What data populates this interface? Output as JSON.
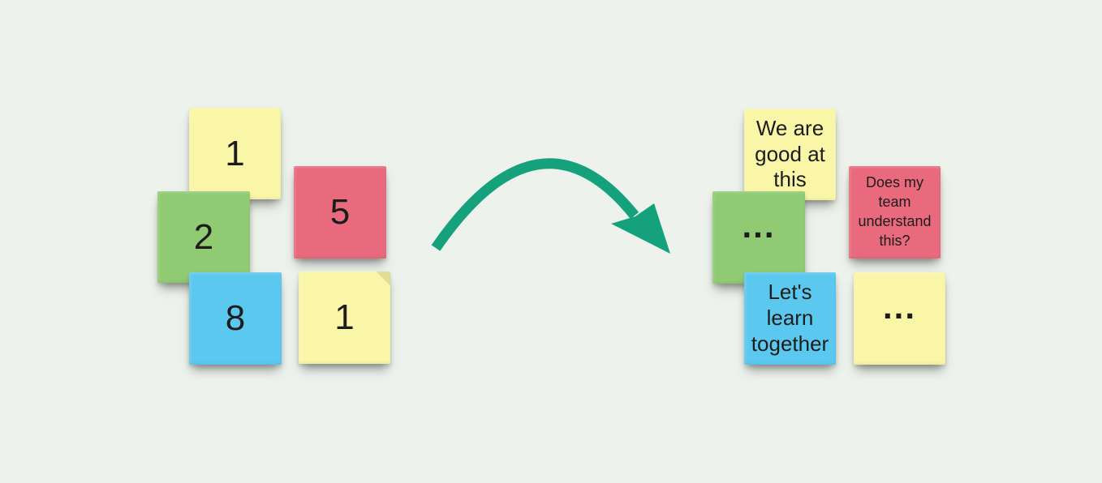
{
  "background_color": "#edf2ec",
  "text_color": "#1c1c1c",
  "palette": {
    "yellow": "#faf6a8",
    "green": "#90cb74",
    "red": "#e96a7c",
    "blue": "#5bc8f0"
  },
  "arrow": {
    "color": "#14a17c",
    "direction": "left-to-right"
  },
  "left_group": {
    "notes": [
      {
        "color": "yellow",
        "text": "1"
      },
      {
        "color": "red",
        "text": "5"
      },
      {
        "color": "green",
        "text": "2"
      },
      {
        "color": "blue",
        "text": "8"
      },
      {
        "color": "yellow",
        "text": "1"
      }
    ]
  },
  "right_group": {
    "notes": [
      {
        "color": "yellow",
        "text": "We are\ngood at\nthis"
      },
      {
        "color": "red",
        "text": "Does my\nteam\nunderstand\nthis?"
      },
      {
        "color": "green",
        "text": "..."
      },
      {
        "color": "blue",
        "text": "Let's\nlearn\ntogether"
      },
      {
        "color": "yellow",
        "text": "..."
      }
    ]
  }
}
